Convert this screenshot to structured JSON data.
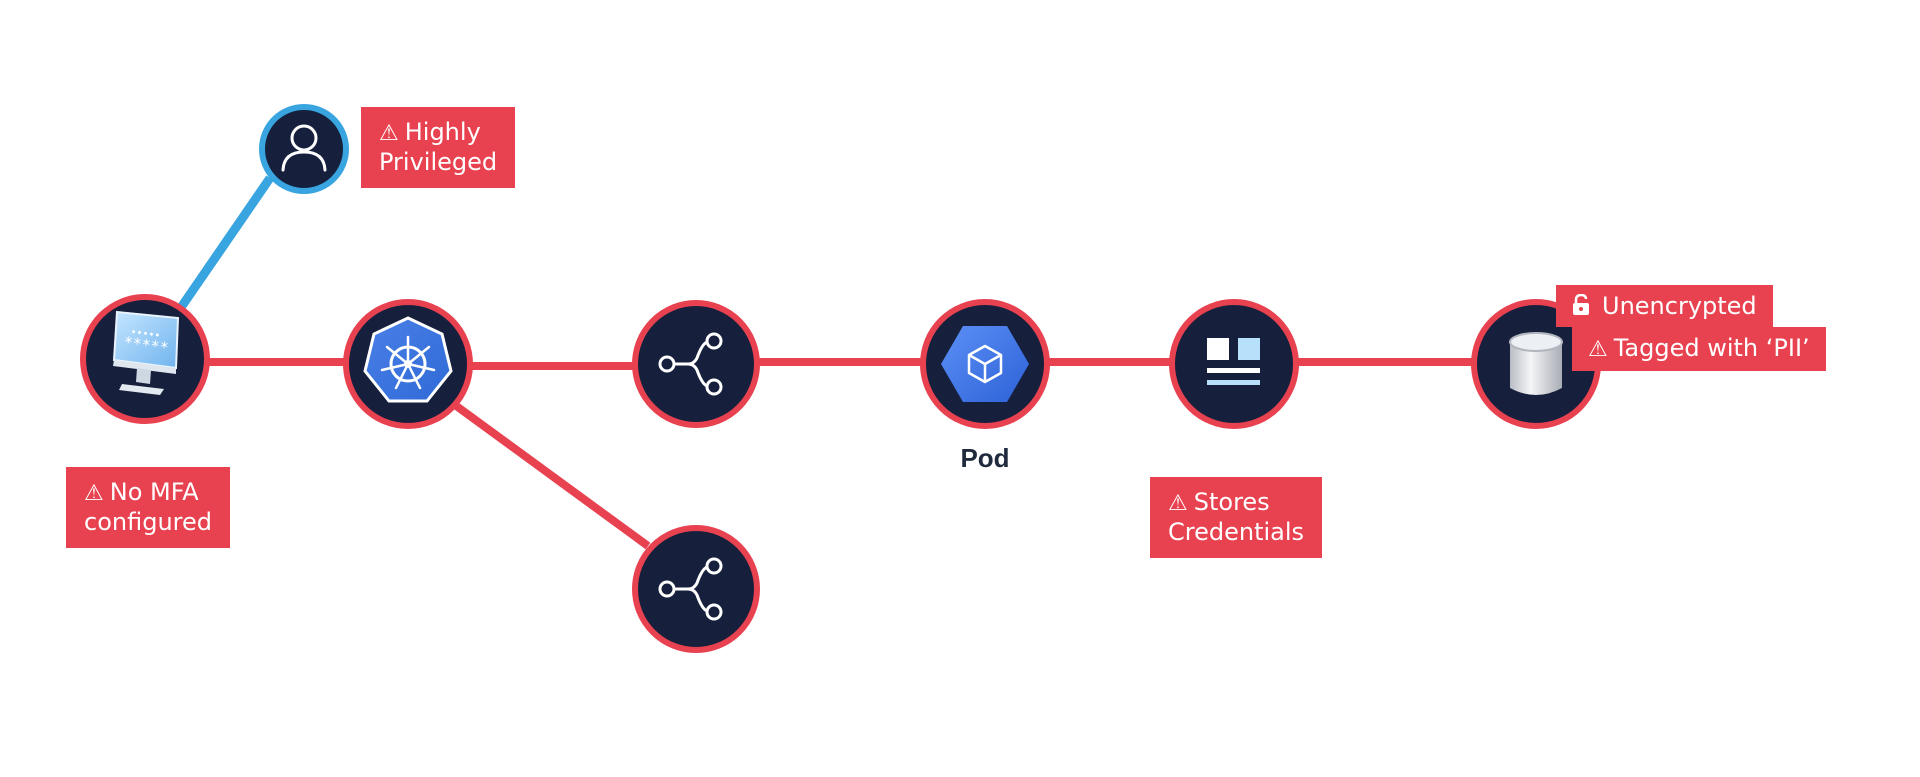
{
  "colors": {
    "navy": "#16203d",
    "danger": "#e8414f",
    "blue_edge": "#38a4e0",
    "text": "#1f2a3d",
    "white": "#ffffff"
  },
  "nodes": {
    "admin": {
      "label": "",
      "icon": "user-icon"
    },
    "vm": {
      "label": "",
      "icon": "monitor-icon"
    },
    "k8s": {
      "label": "",
      "icon": "kubernetes-icon"
    },
    "svc1": {
      "label": "",
      "icon": "share-icon"
    },
    "svc2": {
      "label": "",
      "icon": "share-icon"
    },
    "pod": {
      "label": "Pod",
      "icon": "pod-icon"
    },
    "secrets": {
      "label": "",
      "icon": "secrets-icon"
    },
    "bucket": {
      "label": "",
      "icon": "database-icon"
    }
  },
  "edges": {
    "read_write_label": ""
  },
  "badges": {
    "highly_privileged": {
      "icon": "warning-icon",
      "text": "Highly\nPrivileged"
    },
    "no_mfa": {
      "icon": "warning-icon",
      "text": "No MFA\nconfigured"
    },
    "stores_credentials": {
      "icon": "warning-icon",
      "text": "Stores\nCredentials"
    },
    "unencrypted": {
      "icon": "unlock-icon",
      "text": "Unencrypted"
    },
    "tagged_pii": {
      "icon": "warning-icon",
      "text": "Tagged with ‘PII’"
    }
  }
}
